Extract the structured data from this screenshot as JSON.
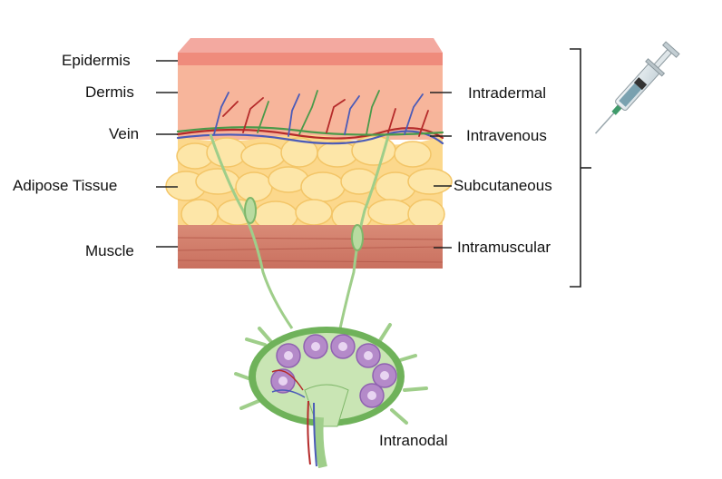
{
  "layers": [
    {
      "id": "epidermis",
      "label": "Epidermis"
    },
    {
      "id": "dermis",
      "label": "Dermis"
    },
    {
      "id": "vein",
      "label": "Vein"
    },
    {
      "id": "adipose",
      "label": "Adipose Tissue"
    },
    {
      "id": "muscle",
      "label": "Muscle"
    }
  ],
  "routes": [
    {
      "id": "intradermal",
      "label": "Intradermal"
    },
    {
      "id": "intravenous",
      "label": "Intravenous"
    },
    {
      "id": "subcutaneous",
      "label": "Subcutaneous"
    },
    {
      "id": "intramuscular",
      "label": "Intramuscular"
    },
    {
      "id": "intranodal",
      "label": "Intranodal"
    }
  ],
  "colors": {
    "epidermis": "#f08a7c",
    "dermis": "#f6b59a",
    "adipose": "#fbd98a",
    "muscle": "#d4806e",
    "vessel_red": "#b52a2a",
    "vessel_blue": "#4b5bb8",
    "vessel_green": "#4a9a4a",
    "lymph_green": "#b8dba0",
    "node_purple": "#b48ac9",
    "label_line": "#222222"
  }
}
